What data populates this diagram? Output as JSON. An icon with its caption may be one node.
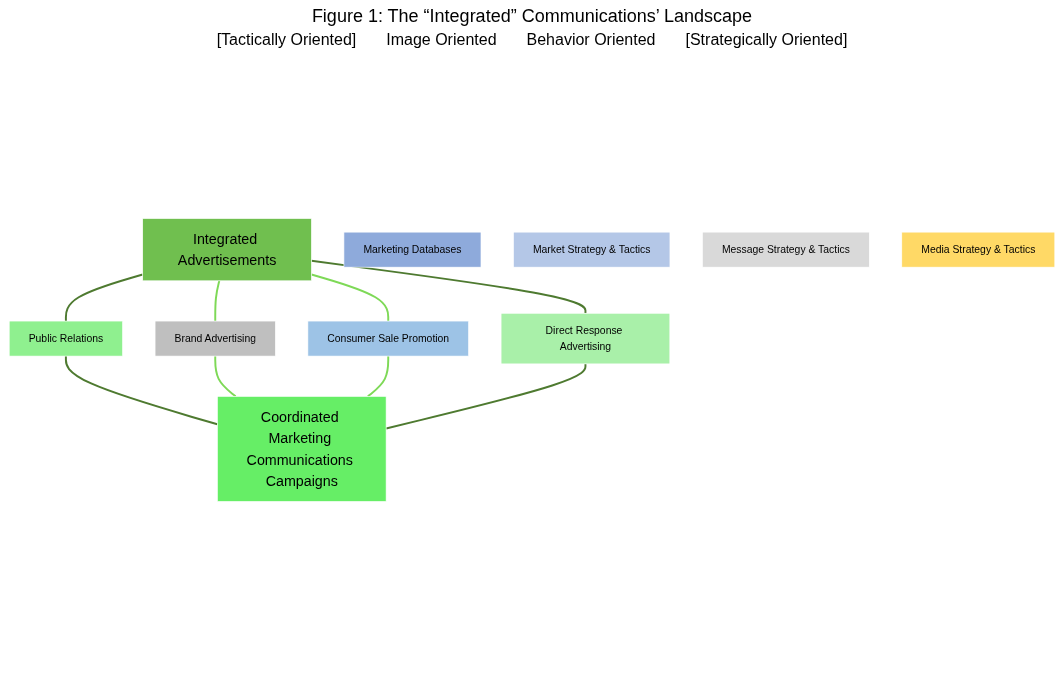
{
  "diagram": {
    "title": "Figure 1: The “Integrated” Communications’ Landscape",
    "nodes": [
      {
        "text": [
          "Integrated Advertisements"
        ]
      },
      {
        "text": [
          "Public Relations"
        ]
      },
      {
        "text": [
          "Brand Advertising"
        ]
      },
      {
        "text": [
          "Marketing Databases"
        ]
      },
      {
        "text": [
          "Market Strategy & Tactics"
        ]
      },
      {
        "text": [
          "Message Strategy & Tactics"
        ]
      },
      {
        "text": [
          "Media Strategy & Tactics"
        ]
      },
      {
        "text": [
          "Consumer Sale Promotion"
        ]
      },
      {
        "text": [
          "Direct Response Advertising"
        ]
      },
      {
        "text": [
          "Coordinated Marketing Communications Campaigns"
        ]
      }
    ],
    "edges": [
      {
        "from": 0,
        "to": 1,
        "arrow": "none",
        "color": "#4e7a30"
      },
      {
        "from": 0,
        "to": 2,
        "arrow": "none",
        "color": "#7ed957"
      },
      {
        "from": 0,
        "to": 7,
        "arrow": "none",
        "color": "#7ed957"
      },
      {
        "from": 0,
        "to": 8,
        "arrow": "none",
        "color": "#4e7a30"
      },
      {
        "from": 1,
        "to": 9,
        "arrow": "none",
        "color": "#4e7a30"
      },
      {
        "from": 2,
        "to": 9,
        "arrow": "none",
        "color": "#7ed957"
      },
      {
        "from": 7,
        "to": 9,
        "arrow": "none",
        "color": "#7ed957"
      },
      {
        "from": 8,
        "to": 9,
        "arrow": "none",
        "color": "#4e7a30"
      }
    ],
    "labels": [
      "[Tactically Oriented]",
      "Image Oriented",
      "Behavior Oriented",
      "[Strategically Oriented]"
    ]
  }
}
